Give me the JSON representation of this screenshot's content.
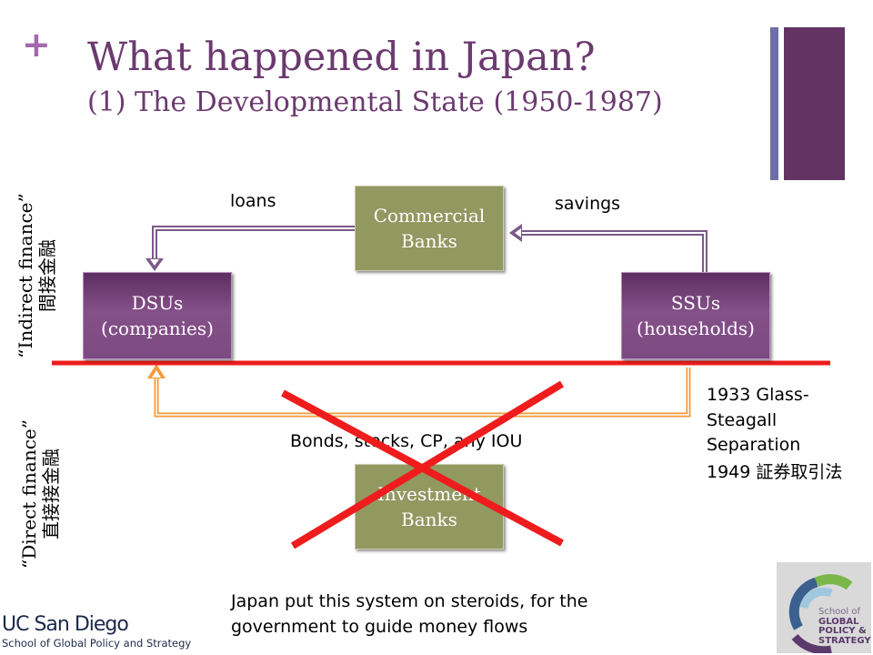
{
  "slide": {
    "plus": "+",
    "title_line1": "What happened in Japan?",
    "title_line2": "(1) The Developmental State (1950-1987)"
  },
  "diagram": {
    "commercial_banks": "Commercial Banks",
    "dsus": "DSUs (companies)",
    "ssus": "SSUs (households)",
    "investment_banks": "Investment Banks",
    "loans": "loans",
    "savings": "savings",
    "bonds": "Bonds, stocks, CP, any IOU",
    "indirect_finance_en": "“Indirect finance”",
    "indirect_finance_jp": "間接金融",
    "direct_finance_en": "“Direct finance”",
    "direct_finance_jp": "直接接金融",
    "glass_steagall": "1933 Glass-Steagall Separation",
    "law_1949": "1949 証券取引法"
  },
  "footer": {
    "note": "Japan put this system on steroids, for the government to guide money flows",
    "ucsd_logo": "UC San Diego",
    "ucsd_subtitle": "School of Global Policy and Strategy",
    "gps_logo_line1": "School of",
    "gps_logo_line2": "GLOBAL",
    "gps_logo_line3": "POLICY &",
    "gps_logo_line4": "STRATEGY"
  },
  "colors": {
    "title": "#6b3a6f",
    "green_box": "#919860",
    "purple_box": "#7d4a82",
    "red_line": "#ee1c1c",
    "orange_arrow": "#f39a3a",
    "purple_arrow": "#7b5a86"
  }
}
